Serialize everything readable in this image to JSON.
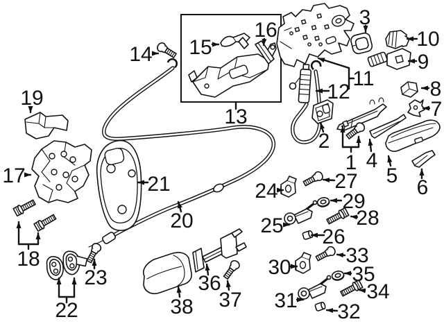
{
  "figure": {
    "background_color": "#ffffff",
    "line_color": "#111111",
    "description_labels_only": true
  },
  "part_labels": {
    "n1": "1",
    "n2": "2",
    "n3": "3",
    "n4": "4",
    "n5": "5",
    "n6": "6",
    "n7": "7",
    "n8": "8",
    "n9": "9",
    "n10": "10",
    "n11": "11",
    "n12": "12",
    "n13": "13",
    "n14": "14",
    "n15": "15",
    "n16": "16",
    "n17": "17",
    "n18": "18",
    "n19": "19",
    "n20": "20",
    "n21": "21",
    "n22": "22",
    "n23": "23",
    "n24": "24",
    "n25": "25",
    "n26": "26",
    "n27": "27",
    "n28": "28",
    "n29": "29",
    "n30": "30",
    "n31": "31",
    "n32": "32",
    "n33": "33",
    "n34": "34",
    "n35": "35",
    "n36": "36",
    "n37": "37",
    "n38": "38"
  }
}
